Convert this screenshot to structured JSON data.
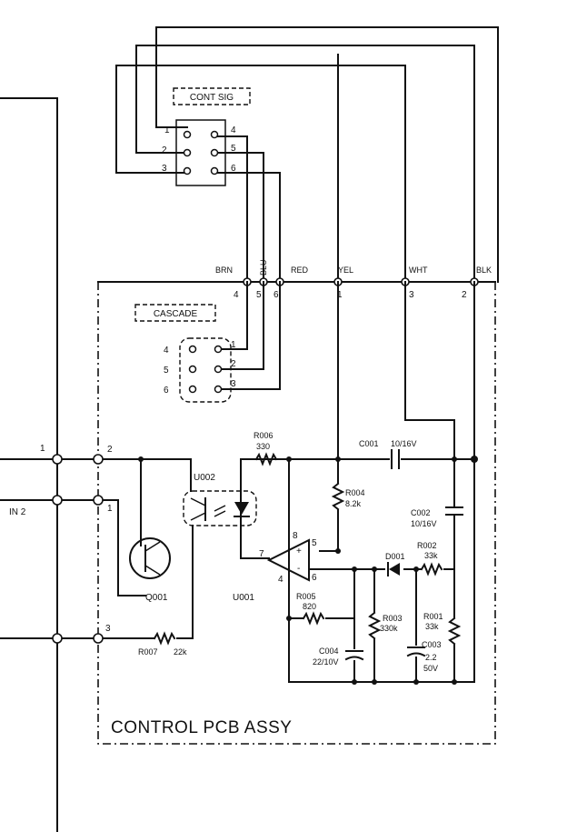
{
  "labels": {
    "cont_sig": "CONT SIG",
    "cascade": "CASCADE",
    "assembly": "CONTROL PCB ASSY",
    "in2": "IN 2"
  },
  "wires": {
    "brn": "BRN",
    "blu": "BLU",
    "red": "RED",
    "yel": "YEL",
    "wht": "WHT",
    "blk": "BLK"
  },
  "terminals": {
    "t4": "4",
    "t5": "5",
    "t6": "6",
    "t1": "1",
    "t3": "3",
    "t2": "2",
    "left1": "1",
    "left2": "2",
    "left1b": "1",
    "left3": "3"
  },
  "cont_sig_pins": {
    "p1": "1",
    "p2": "2",
    "p3": "3",
    "p4": "4",
    "p5": "5",
    "p6": "6"
  },
  "cascade_pins": {
    "p4": "4",
    "p5": "5",
    "p6": "6",
    "p1": "1",
    "p2": "2",
    "p3": "3"
  },
  "components": {
    "r006": {
      "ref": "R006",
      "value": "330"
    },
    "c001": {
      "ref": "C001",
      "value": "10/16V"
    },
    "u002": {
      "ref": "U002"
    },
    "r004": {
      "ref": "R004",
      "value": "8.2k"
    },
    "c002": {
      "ref": "C002",
      "value": "10/16V"
    },
    "r002": {
      "ref": "R002",
      "value": "33k"
    },
    "d001": {
      "ref": "D001"
    },
    "q001": {
      "ref": "Q001"
    },
    "u001": {
      "ref": "U001",
      "pin8": "8",
      "pin5": "5",
      "pin7": "7",
      "pin4": "4",
      "pin6": "6",
      "plus": "+",
      "minus": "-"
    },
    "r005": {
      "ref": "R005",
      "value": "820"
    },
    "r003": {
      "ref": "R003",
      "value": "330k"
    },
    "r001": {
      "ref": "R001",
      "value": "33k"
    },
    "c003": {
      "ref": "C003",
      "value": "2.2",
      "voltage": "50V"
    },
    "c004": {
      "ref": "C004",
      "value": "22/10V"
    },
    "r007": {
      "ref": "R007",
      "value": "22k"
    }
  }
}
